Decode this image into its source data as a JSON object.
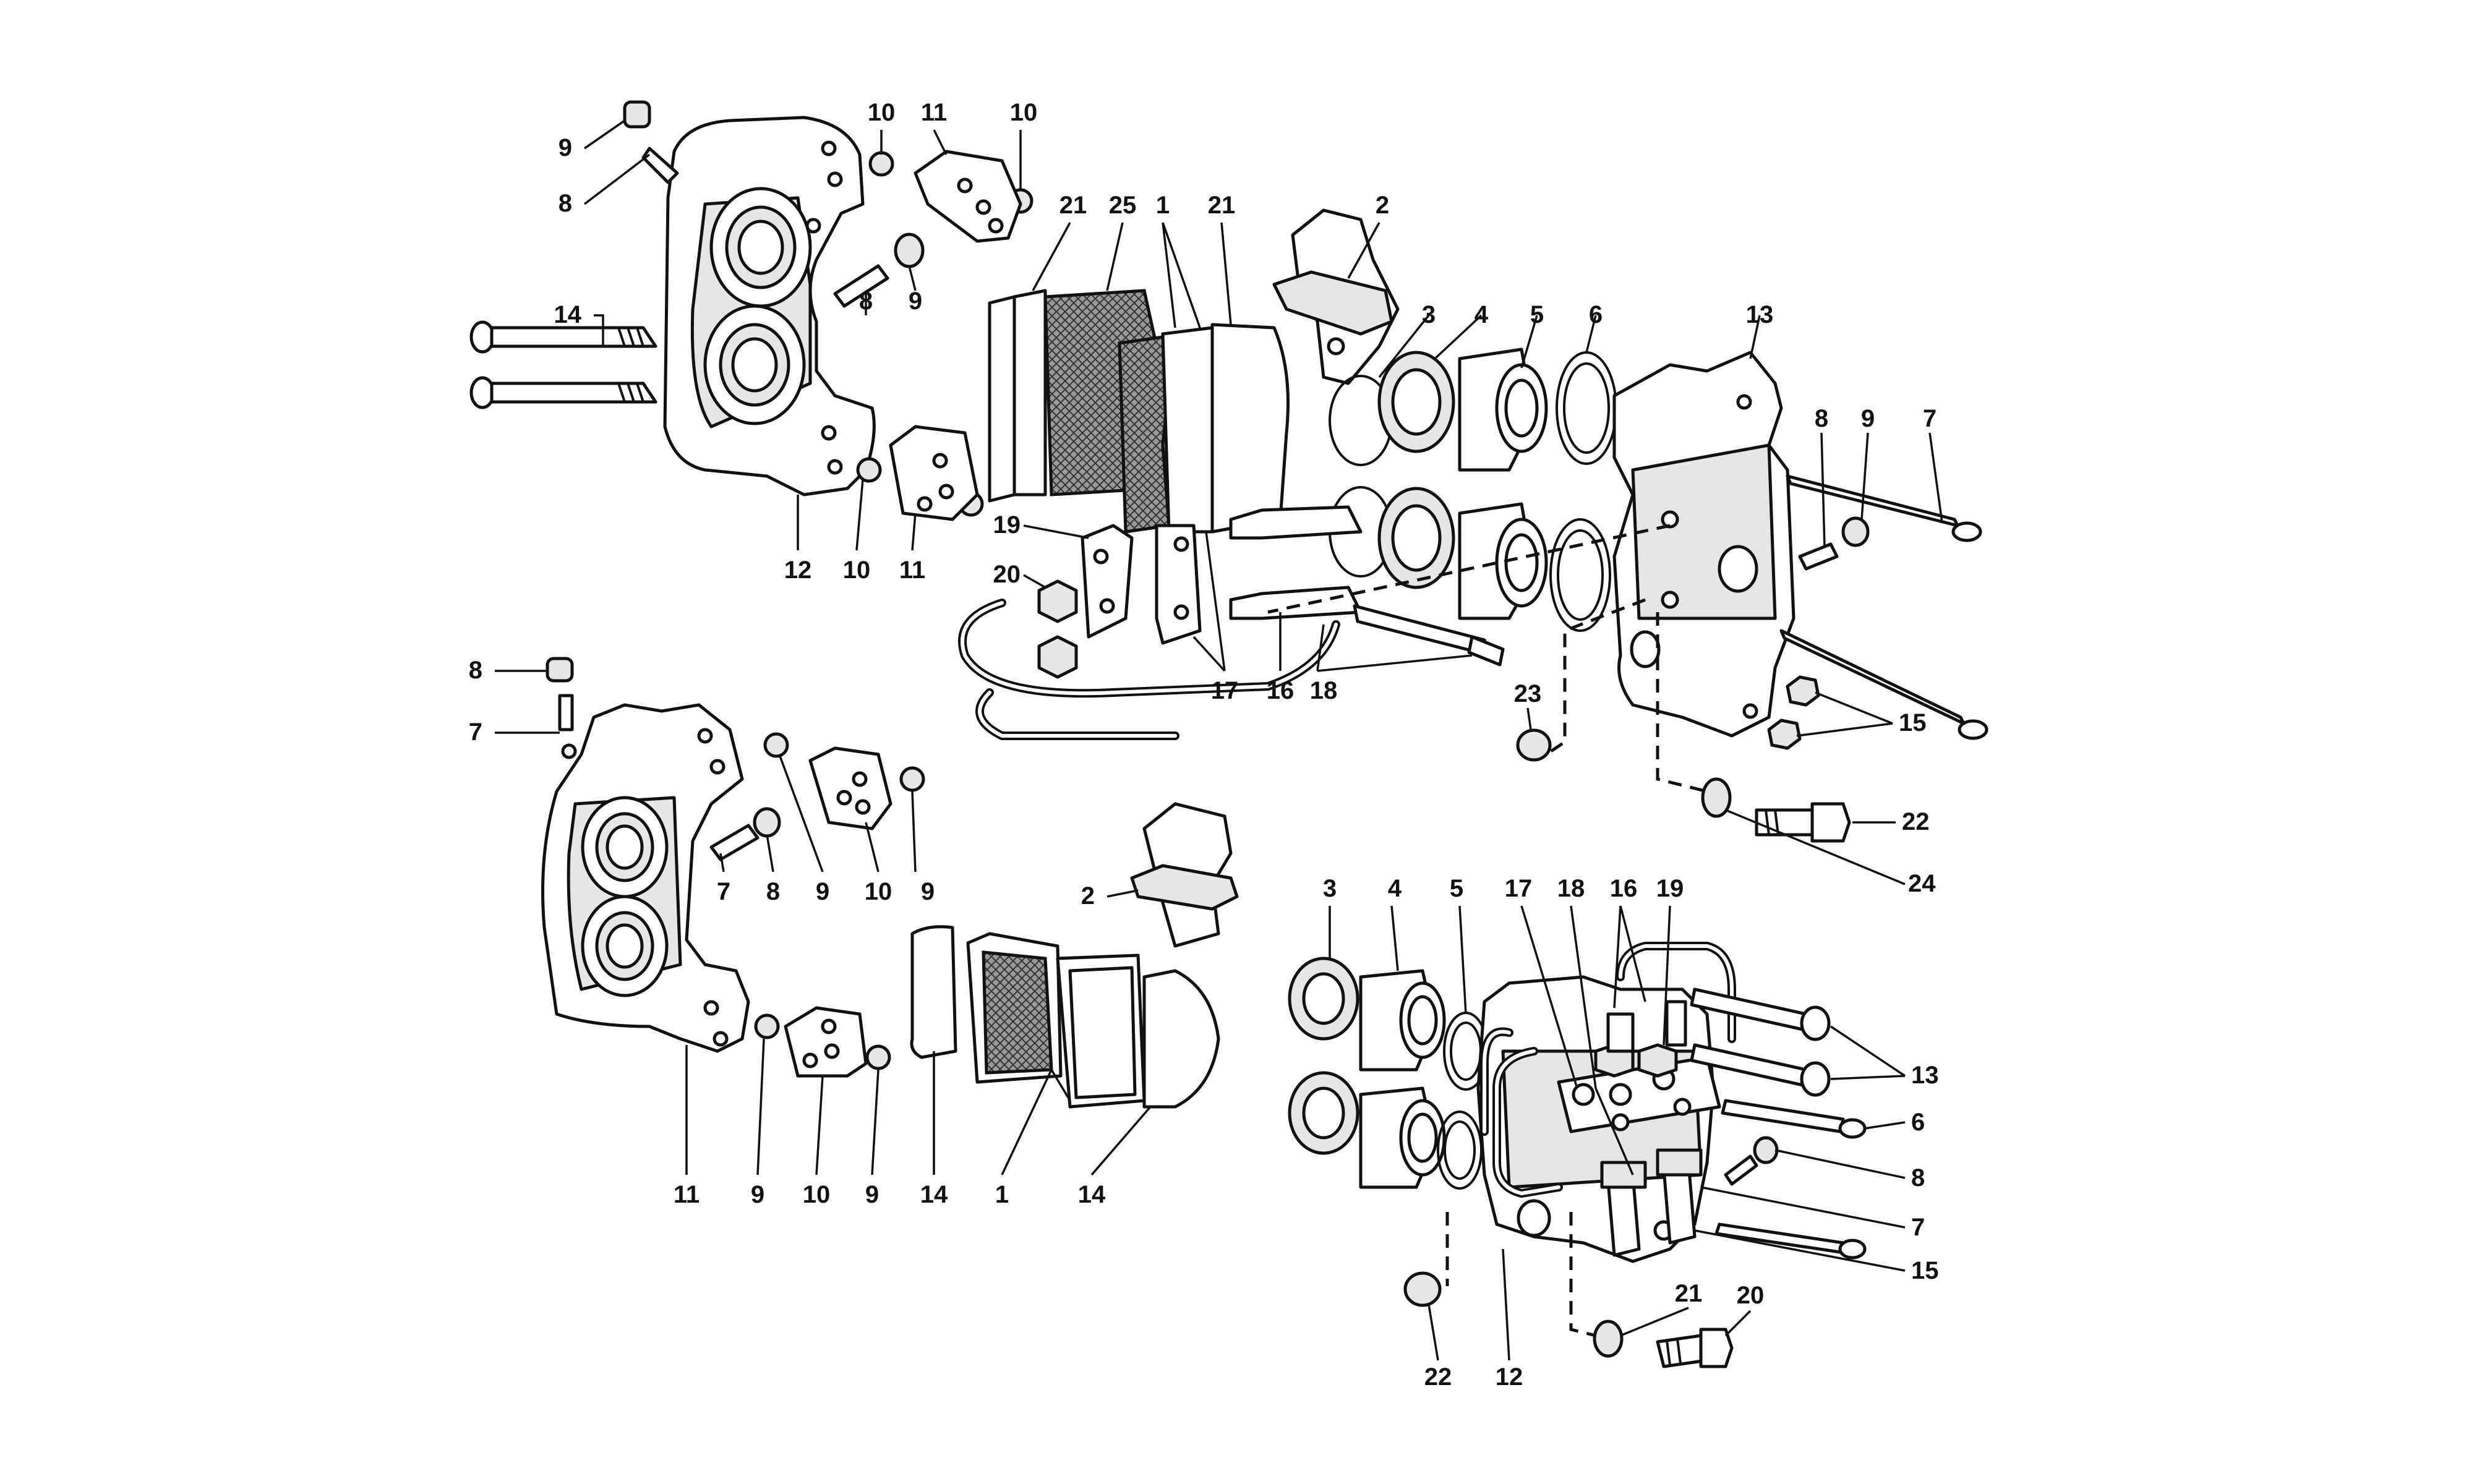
{
  "callouts": [
    {
      "id": "c-top-9a",
      "text": "9"
    },
    {
      "id": "c-top-8a",
      "text": "8"
    },
    {
      "id": "c-top-10a",
      "text": "10"
    },
    {
      "id": "c-top-11a",
      "text": "11"
    },
    {
      "id": "c-top-10b",
      "text": "10"
    },
    {
      "id": "c-top-21a",
      "text": "21"
    },
    {
      "id": "c-top-25",
      "text": "25"
    },
    {
      "id": "c-top-1",
      "text": "1"
    },
    {
      "id": "c-top-21b",
      "text": "21"
    },
    {
      "id": "c-top-2",
      "text": "2"
    },
    {
      "id": "c-top-8b",
      "text": "8"
    },
    {
      "id": "c-top-9b",
      "text": "9"
    },
    {
      "id": "c-top-14",
      "text": "14"
    },
    {
      "id": "c-top-3",
      "text": "3"
    },
    {
      "id": "c-top-4",
      "text": "4"
    },
    {
      "id": "c-top-5",
      "text": "5"
    },
    {
      "id": "c-top-6",
      "text": "6"
    },
    {
      "id": "c-top-13",
      "text": "13"
    },
    {
      "id": "c-top-8c",
      "text": "8"
    },
    {
      "id": "c-top-9c",
      "text": "9"
    },
    {
      "id": "c-top-7",
      "text": "7"
    },
    {
      "id": "c-top-12",
      "text": "12"
    },
    {
      "id": "c-top-10c",
      "text": "10"
    },
    {
      "id": "c-top-11b",
      "text": "11"
    },
    {
      "id": "c-top-19",
      "text": "19"
    },
    {
      "id": "c-top-20",
      "text": "20"
    },
    {
      "id": "c-top-17",
      "text": "17"
    },
    {
      "id": "c-top-16",
      "text": "16"
    },
    {
      "id": "c-top-18",
      "text": "18"
    },
    {
      "id": "c-top-23",
      "text": "23"
    },
    {
      "id": "c-top-15",
      "text": "15"
    },
    {
      "id": "c-top-22",
      "text": "22"
    },
    {
      "id": "c-top-24",
      "text": "24"
    },
    {
      "id": "c-bl-8a",
      "text": "8"
    },
    {
      "id": "c-bl-7a",
      "text": "7"
    },
    {
      "id": "c-bl-7b",
      "text": "7"
    },
    {
      "id": "c-bl-8b",
      "text": "8"
    },
    {
      "id": "c-bl-9a",
      "text": "9"
    },
    {
      "id": "c-bl-10a",
      "text": "10"
    },
    {
      "id": "c-bl-9b",
      "text": "9"
    },
    {
      "id": "c-bl-2",
      "text": "2"
    },
    {
      "id": "c-bl-11",
      "text": "11"
    },
    {
      "id": "c-bl-9c",
      "text": "9"
    },
    {
      "id": "c-bl-10b",
      "text": "10"
    },
    {
      "id": "c-bl-9d",
      "text": "9"
    },
    {
      "id": "c-bl-14a",
      "text": "14"
    },
    {
      "id": "c-bl-1",
      "text": "1"
    },
    {
      "id": "c-bl-14b",
      "text": "14"
    },
    {
      "id": "c-br-3",
      "text": "3"
    },
    {
      "id": "c-br-4",
      "text": "4"
    },
    {
      "id": "c-br-5",
      "text": "5"
    },
    {
      "id": "c-br-17",
      "text": "17"
    },
    {
      "id": "c-br-18",
      "text": "18"
    },
    {
      "id": "c-br-16",
      "text": "16"
    },
    {
      "id": "c-br-19",
      "text": "19"
    },
    {
      "id": "c-br-13",
      "text": "13"
    },
    {
      "id": "c-br-6",
      "text": "6"
    },
    {
      "id": "c-br-8",
      "text": "8"
    },
    {
      "id": "c-br-7",
      "text": "7"
    },
    {
      "id": "c-br-15",
      "text": "15"
    },
    {
      "id": "c-br-21",
      "text": "21"
    },
    {
      "id": "c-br-20",
      "text": "20"
    },
    {
      "id": "c-br-22",
      "text": "22"
    },
    {
      "id": "c-br-12",
      "text": "12"
    }
  ]
}
